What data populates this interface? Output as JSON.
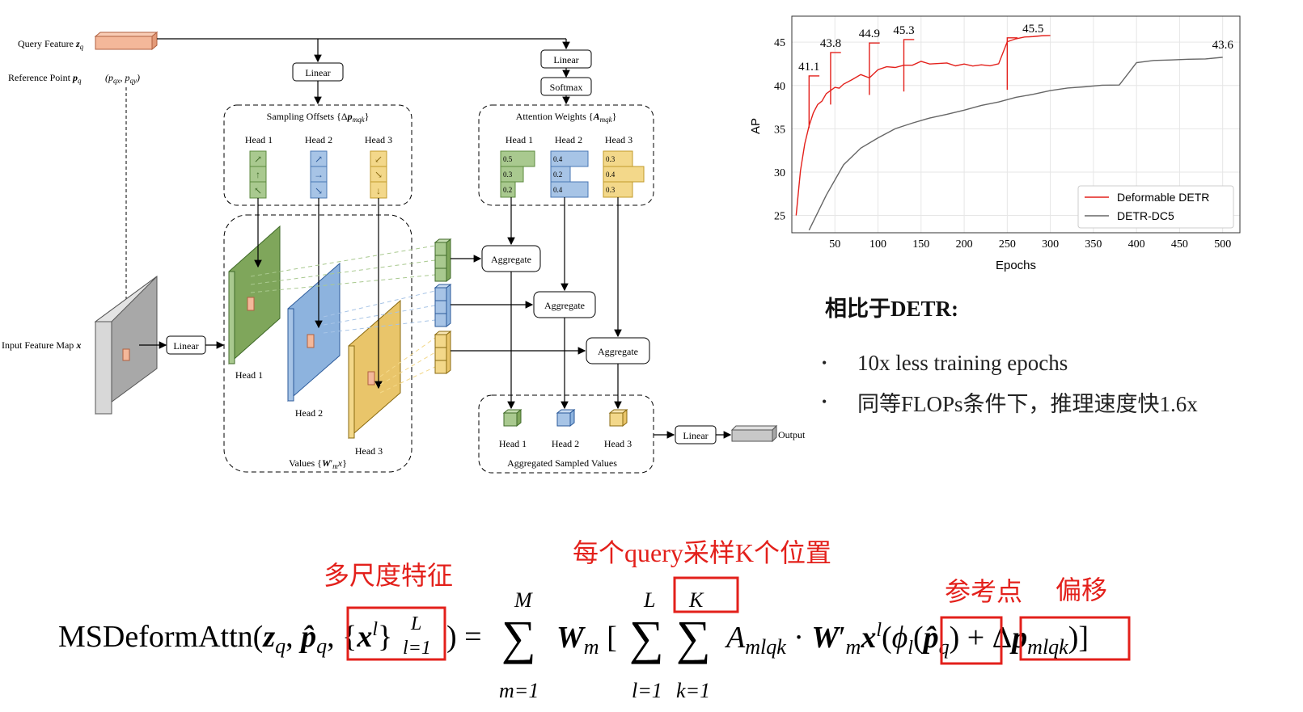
{
  "diagram": {
    "query_feature": "Query Feature z_q",
    "reference_point": "Reference Point p_q",
    "reference_coords": "(p_qx, p_qy)",
    "input_feature_map": "Input Feature Map x",
    "linear": "Linear",
    "softmax": "Softmax",
    "sampling_offsets": "Sampling Offsets {Δp_mqk}",
    "attention_weights": "Attention Weights {A_mqk}",
    "values": "Values {W′_m x}",
    "aggregated": "Aggregated Sampled Values",
    "aggregate": "Aggregate",
    "output": "Output",
    "heads": [
      "Head 1",
      "Head 2",
      "Head 3"
    ],
    "weights": [
      [
        "0.5",
        "0.3",
        "0.2"
      ],
      [
        "0.4",
        "0.2",
        "0.4"
      ],
      [
        "0.3",
        "0.4",
        "0.3"
      ]
    ],
    "colors": {
      "green": "#a9c98f",
      "blue": "#a7c4e6",
      "yellow": "#f3d88a",
      "orange": "#f4b89a",
      "gray": "#c8c8c8"
    }
  },
  "chart_data": {
    "type": "line",
    "xlabel": "Epochs",
    "ylabel": "AP",
    "xticks": [
      50,
      100,
      150,
      200,
      250,
      300,
      350,
      400,
      450,
      500
    ],
    "yticks": [
      25,
      30,
      35,
      40,
      45
    ],
    "xlim": [
      0,
      520
    ],
    "ylim": [
      23,
      48
    ],
    "grid": true,
    "legend_position": "bottom-right",
    "series": [
      {
        "name": "Deformable DETR",
        "color": "#e3201b",
        "x": [
          5,
          10,
          15,
          20,
          25,
          30,
          35,
          40,
          45,
          50,
          55,
          60,
          70,
          80,
          90,
          100,
          110,
          120,
          130,
          140,
          150,
          160,
          170,
          180,
          190,
          200,
          210,
          220,
          230,
          240,
          250,
          260,
          270,
          280,
          290,
          300
        ],
        "values": [
          25,
          30,
          33,
          35,
          36.5,
          37.5,
          38,
          39,
          39.5,
          40,
          40,
          40.5,
          41,
          41.5,
          41,
          41.8,
          42,
          41.8,
          42,
          42,
          42.5,
          42.3,
          42.5,
          42.7,
          42.5,
          42.8,
          42.6,
          42.7,
          42.5,
          42.6,
          45,
          45.2,
          45.3,
          45.3,
          45.4,
          45.5
        ],
        "restarts": [
          [
            20,
            41.1
          ],
          [
            45,
            43.8
          ],
          [
            90,
            44.9
          ],
          [
            130,
            45.3
          ],
          [
            250,
            45.5
          ]
        ]
      },
      {
        "name": "DETR-DC5",
        "color": "#666666",
        "x": [
          20,
          40,
          60,
          80,
          100,
          120,
          140,
          160,
          180,
          200,
          220,
          240,
          260,
          280,
          300,
          320,
          340,
          360,
          380,
          400,
          420,
          440,
          460,
          480,
          500
        ],
        "values": [
          23,
          27,
          30.5,
          32.5,
          33.8,
          35,
          35.8,
          36.5,
          37,
          37.5,
          38,
          38.3,
          38.7,
          38.9,
          39.2,
          39.4,
          39.5,
          39.7,
          39.8,
          42.5,
          42.9,
          43.1,
          43.3,
          43.4,
          43.6
        ]
      }
    ],
    "annotations": [
      "41.1",
      "43.8",
      "44.9",
      "45.3",
      "45.5",
      "43.6"
    ]
  },
  "notes": {
    "heading": "相比于DETR:",
    "bullets": [
      "10x less training epochs",
      "同等FLOPs条件下，推理速度快1.6x"
    ]
  },
  "formula": {
    "label_multiscale": "多尺度特征",
    "label_k": "每个query采样K个位置",
    "label_ref": "参考点",
    "label_offset": "偏移",
    "lhs": "MSDeformAttn(",
    "sum_m": "M",
    "sum_m_low": "m=1",
    "sum_l": "L",
    "sum_l_low": "l=1",
    "sum_k": "K",
    "sum_k_low": "k=1",
    "W_m": "W",
    "A_term": "A",
    "A_sub": "mlqk"
  }
}
